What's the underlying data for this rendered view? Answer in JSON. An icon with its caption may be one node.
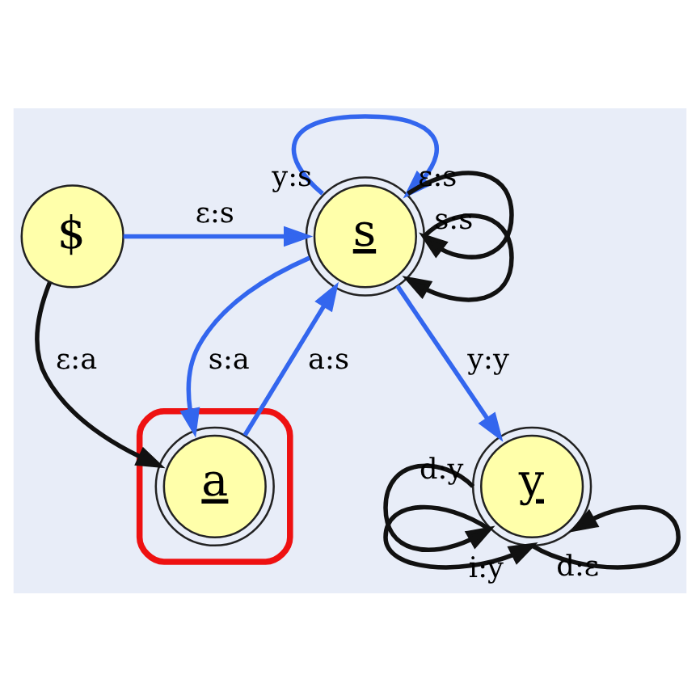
{
  "diagram": {
    "nodes": [
      {
        "text": [
          "$"
        ]
      },
      {
        "text": [
          "s"
        ]
      },
      {
        "text": [],
        "shape": "box"
      },
      {
        "text": [
          "a"
        ],
        "in": 2
      },
      {
        "text": [
          "y"
        ]
      }
    ],
    "edges": [
      {
        "from": 0,
        "to": 1,
        "arrow": "to",
        "label": "ε:s",
        "color": "#3366ee"
      },
      {
        "from": 0,
        "to": 3,
        "arrow": "to",
        "label": "ε:a"
      },
      {
        "from": 3,
        "to": 1,
        "arrow": "to",
        "label": "a:s",
        "color": "#3366ee"
      },
      {
        "from": 1,
        "to": 3,
        "arrow": "to",
        "label": "s:a",
        "color": "#3366ee"
      },
      {
        "from": 1,
        "to": 1,
        "arrow": "to",
        "label": "y:s",
        "color": "#3366ee"
      },
      {
        "from": 1,
        "to": 1,
        "arrow": "to",
        "label": "ε:s"
      },
      {
        "from": 1,
        "to": 1,
        "arrow": "to",
        "label": "s:s"
      },
      {
        "from": 1,
        "to": 4,
        "arrow": "to",
        "label": "y:y",
        "color": "#3366ee"
      },
      {
        "from": 4,
        "to": 4,
        "arrow": "to",
        "label": "d:y"
      },
      {
        "from": 4,
        "to": 4,
        "arrow": "to",
        "label": "i:y"
      },
      {
        "from": 4,
        "to": 4,
        "arrow": "to",
        "label": "d:ε"
      }
    ]
  }
}
